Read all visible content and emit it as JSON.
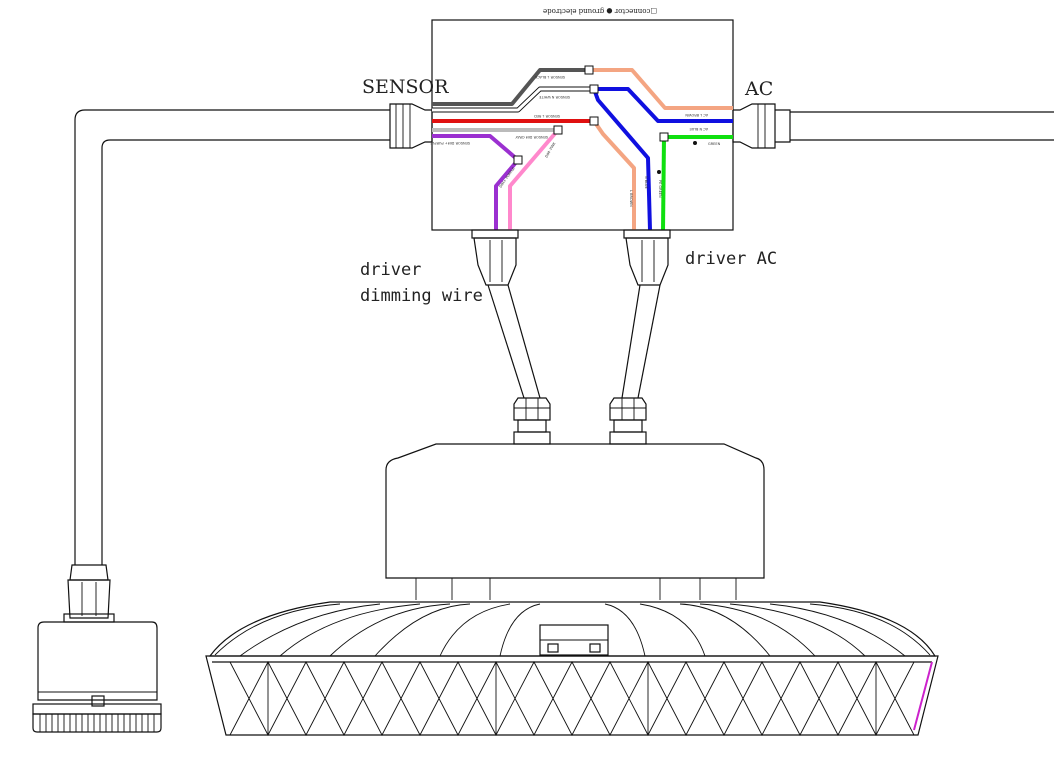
{
  "labels": {
    "sensor": "SENSOR",
    "ac": "AC",
    "driver_dimming_1": "driver",
    "driver_dimming_2": "dimming wire",
    "driver_ac": "driver AC",
    "legend": "□connector ● ground electrode"
  },
  "wire_labels": {
    "dark_gray": "SENSOR L BLACK",
    "white": "SENSOR N WHITE",
    "red": "SENSOR L RED",
    "light_gray": "SENSOR DIM GRAY",
    "purple": "SENSOR DIM+ PURPLE",
    "orange_ac": "AC L BROWN",
    "blue_ac": "AC N BLUE",
    "green_ac": "GREEN",
    "pink_driver": "DIM- PINK",
    "purple_driver": "DIM+ PURPLE",
    "orange_driver": "L BROWN",
    "blue_driver": "N BLUE",
    "green_driver": "PE GREEN"
  },
  "colors": {
    "dark_gray": "#555555",
    "orange": "#f4a582",
    "blue": "#1010e0",
    "red": "#e01010",
    "light_gray": "#bbbbbb",
    "purple": "#9b30d0",
    "pink": "#ff88cc",
    "green": "#10e010",
    "outline": "#111111"
  }
}
